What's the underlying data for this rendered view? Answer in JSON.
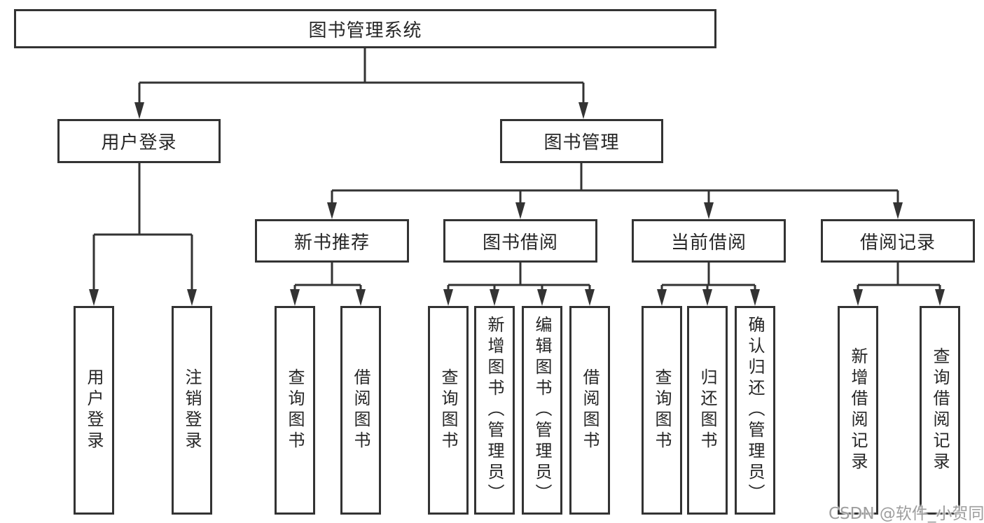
{
  "diagram": {
    "title": "图书管理系统",
    "type": "hierarchy-tree"
  },
  "colors": {
    "line": "#333333",
    "box_border": "#333333",
    "box_background": "#ffffff",
    "text": "#262626",
    "watermark": "#9e9e9e",
    "page_background": "#ffffff"
  },
  "nodes": {
    "root": {
      "label": "图书管理系统"
    },
    "user_login_branch": {
      "label": "用户登录"
    },
    "book_management": {
      "label": "图书管理"
    },
    "new_book_recommend": {
      "label": "新书推荐"
    },
    "book_borrow": {
      "label": "图书借阅"
    },
    "current_borrow": {
      "label": "当前借阅"
    },
    "borrow_records": {
      "label": "借阅记录"
    },
    "leaf_user_login": {
      "label": "用户登录"
    },
    "leaf_logout": {
      "label": "注销登录"
    },
    "leaf_rec_query_books": {
      "label": "查询图书"
    },
    "leaf_rec_borrow_books": {
      "label": "借阅图书"
    },
    "leaf_bor_query_books": {
      "label": "查询图书"
    },
    "leaf_bor_add_books": {
      "label": "新增图书（管理员）"
    },
    "leaf_bor_edit_books": {
      "label": "编辑图书（管理员）"
    },
    "leaf_bor_borrow_books": {
      "label": "借阅图书"
    },
    "leaf_cur_query_books": {
      "label": "查询图书"
    },
    "leaf_cur_return_books": {
      "label": "归还图书"
    },
    "leaf_cur_confirm_return": {
      "label": "确认归还（管理员）"
    },
    "leaf_recd_add_record": {
      "label": "新增借阅记录"
    },
    "leaf_recd_query_record": {
      "label": "查询借阅记录"
    }
  },
  "watermark": {
    "text": "CSDN @软件_小贺同学"
  }
}
